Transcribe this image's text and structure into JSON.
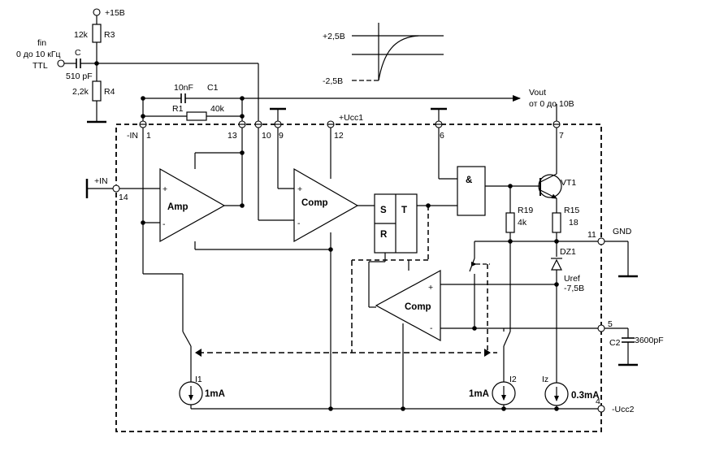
{
  "supply": {
    "label": "+15В"
  },
  "input": {
    "name": "fin",
    "range": "0 до 10 кГц",
    "type": "TTL"
  },
  "resistors": {
    "r3": {
      "name": "R3",
      "value": "12k"
    },
    "r4": {
      "name": "R4",
      "value": "2,2k"
    },
    "r1": {
      "name": "R1",
      "value": "40k"
    },
    "r19": {
      "name": "R19",
      "value": "4k"
    },
    "r15": {
      "name": "R15",
      "value": "18"
    }
  },
  "capacitors": {
    "c": {
      "name": "C",
      "value": "510 pF"
    },
    "c1": {
      "name": "C1",
      "value": "10nF"
    },
    "c2": {
      "name": "C2",
      "value": "3600pF"
    }
  },
  "waveform": {
    "high": "+2,5В",
    "low": "-2,5В"
  },
  "output": {
    "name": "Vout",
    "range": "от 0 до 10В"
  },
  "pins": {
    "p1": "1",
    "p4": "4",
    "p5": "5",
    "p6": "6",
    "p7": "7",
    "p9": "9",
    "p10": "10",
    "p11": "11",
    "p12": "12",
    "p13": "13",
    "p14": "14"
  },
  "pin_labels": {
    "minus_in": "-IN",
    "plus_in": "+IN",
    "ucc1": "+Ucc1",
    "gnd": "GND",
    "ucc2": "-Ucc2"
  },
  "blocks": {
    "amp": {
      "label": "Amp",
      "plus": "+",
      "minus": "-"
    },
    "comp1": {
      "label": "Comp",
      "plus": "+",
      "minus": "-"
    },
    "comp2": {
      "label": "Comp",
      "plus": "+",
      "minus": "-"
    },
    "latch": {
      "s": "S",
      "r": "R",
      "t": "T"
    },
    "and_gate": {
      "label": "&"
    },
    "transistor": {
      "name": "VT1"
    },
    "zener": {
      "name": "DZ1",
      "label": "Uref",
      "value": "-7,5В"
    }
  },
  "current_sources": {
    "i1": {
      "name": "I1",
      "value": "1mA"
    },
    "i2": {
      "name": "I2",
      "value": "1mA"
    },
    "iz": {
      "name": "Iz",
      "value": "0.3mA"
    }
  }
}
